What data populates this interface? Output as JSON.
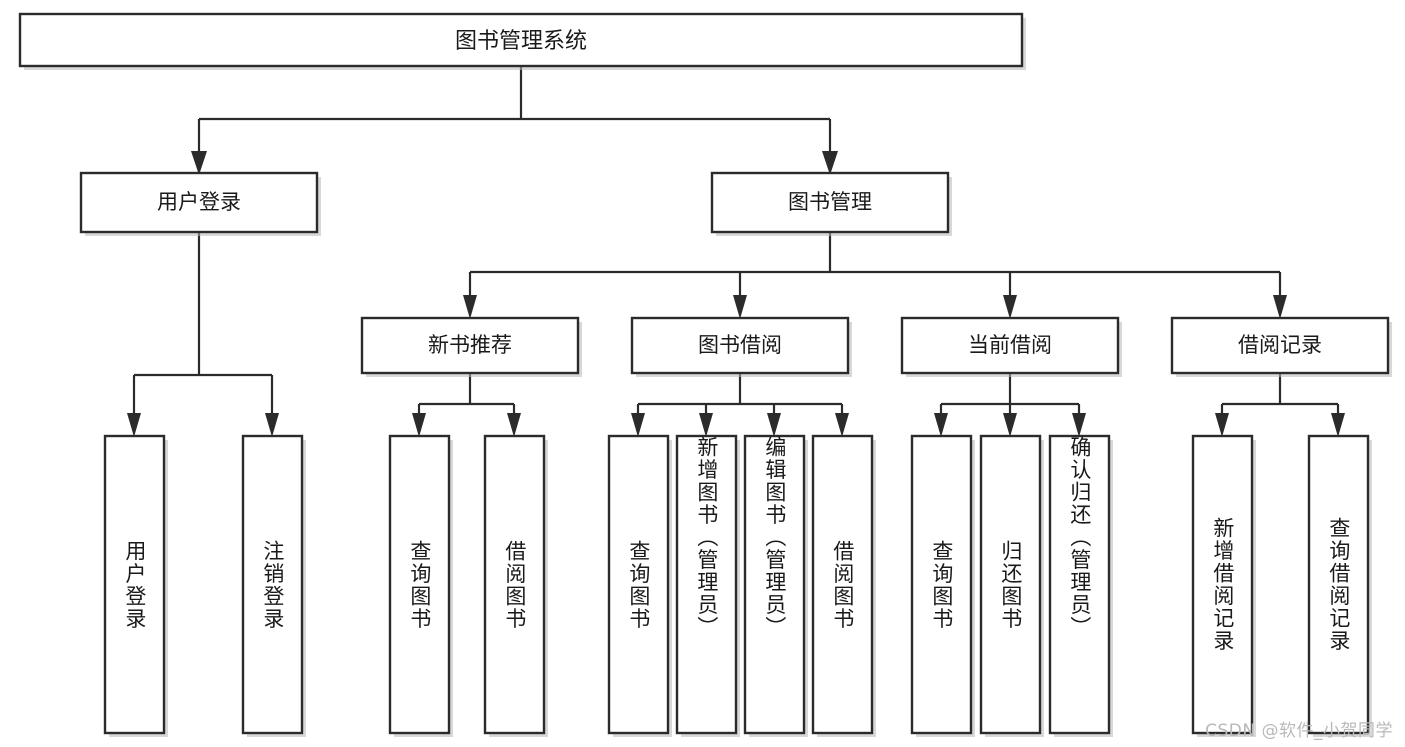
{
  "diagram": {
    "type": "tree-hierarchy",
    "title_node": {
      "id": "root",
      "label": "图书管理系统"
    },
    "level2": [
      {
        "id": "user-login",
        "label": "用户登录"
      },
      {
        "id": "book-manage",
        "label": "图书管理"
      }
    ],
    "level3": [
      {
        "id": "new-book-rec",
        "label": "新书推荐",
        "parent": "book-manage"
      },
      {
        "id": "book-borrow",
        "label": "图书借阅",
        "parent": "book-manage"
      },
      {
        "id": "current-borrow",
        "label": "当前借阅",
        "parent": "book-manage"
      },
      {
        "id": "borrow-record",
        "label": "借阅记录",
        "parent": "book-manage"
      }
    ],
    "leaves": {
      "user-login": [
        {
          "id": "leaf-user-login",
          "label": "用户登录"
        },
        {
          "id": "leaf-logout",
          "label": "注销登录"
        }
      ],
      "new-book-rec": [
        {
          "id": "leaf-query-book-1",
          "label": "查询图书"
        },
        {
          "id": "leaf-borrow-book-1",
          "label": "借阅图书"
        }
      ],
      "book-borrow": [
        {
          "id": "leaf-query-book-2",
          "label": "查询图书"
        },
        {
          "id": "leaf-add-book",
          "label": "新增图书（管理员）"
        },
        {
          "id": "leaf-edit-book",
          "label": "编辑图书（管理员）"
        },
        {
          "id": "leaf-borrow-book-2",
          "label": "借阅图书"
        }
      ],
      "current-borrow": [
        {
          "id": "leaf-query-book-3",
          "label": "查询图书"
        },
        {
          "id": "leaf-return-book",
          "label": "归还图书"
        },
        {
          "id": "leaf-confirm-return",
          "label": "确认归还（管理员）"
        }
      ],
      "borrow-record": [
        {
          "id": "leaf-add-record",
          "label": "新增借阅记录"
        },
        {
          "id": "leaf-query-record",
          "label": "查询借阅记录"
        }
      ]
    }
  },
  "watermark": {
    "text": "CSDN @软件_小贺同学"
  },
  "colors": {
    "stroke": "#2b2b2b",
    "fill": "#ffffff",
    "text": "#1a1a1a",
    "watermark": "#b9b9b9",
    "shadow": "#b8b8b8"
  }
}
